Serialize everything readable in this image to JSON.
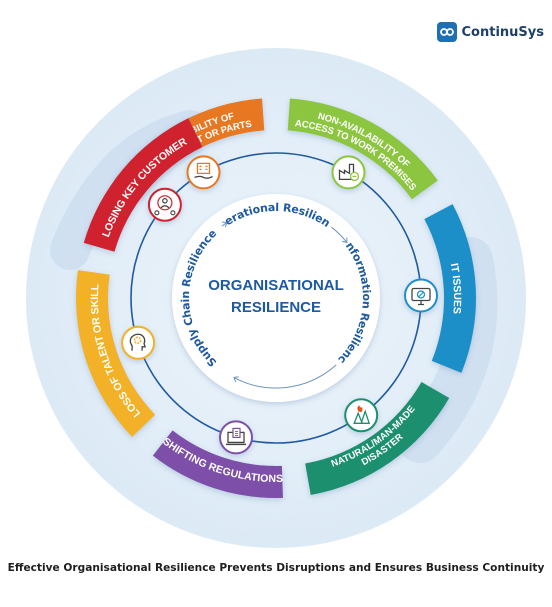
{
  "brand": {
    "name": "ContinuSys",
    "icon": "co-logo-icon",
    "color": "#1f6fb5"
  },
  "center": {
    "line1": "ORGANISATIONAL",
    "line2": "RESILIENCE",
    "color": "#1f5aa0"
  },
  "inner_ring": [
    {
      "label": "Operational Resilience"
    },
    {
      "label": "Information Resilience"
    },
    {
      "label": "Supply Chain Resilience"
    }
  ],
  "segments": [
    {
      "id": "asset",
      "lines": [
        "NON-AVAILABILITY OF",
        "CRITICAL ASSET OR PARTS"
      ],
      "color": "#e87722",
      "icon": "building-hand-icon"
    },
    {
      "id": "premises",
      "lines": [
        "NON-AVAILABILITY OF",
        "ACCESS TO WORK PREMISES"
      ],
      "color": "#8cc63f",
      "icon": "factory-icon"
    },
    {
      "id": "it",
      "lines": [
        "IT ISSUES"
      ],
      "color": "#1e8fc8",
      "icon": "computer-monitor-icon"
    },
    {
      "id": "disaster",
      "lines": [
        "NATURAL/MAN-MADE",
        "DISASTER"
      ],
      "color": "#1e8f6e",
      "icon": "wildfire-icon"
    },
    {
      "id": "regulations",
      "lines": [
        "SHIFTING REGULATIONS"
      ],
      "color": "#7d4fa8",
      "icon": "document-laptop-icon"
    },
    {
      "id": "talent",
      "lines": [
        "LOSS OF TALENT OR SKILL"
      ],
      "color": "#f2b128",
      "icon": "head-gear-icon"
    },
    {
      "id": "customer",
      "lines": [
        "LOSING KEY CUSTOMER"
      ],
      "color": "#d0202e",
      "icon": "customer-network-icon"
    }
  ],
  "caption": "Effective Organisational Resilience Prevents Disruptions and Ensures Business Continuity"
}
